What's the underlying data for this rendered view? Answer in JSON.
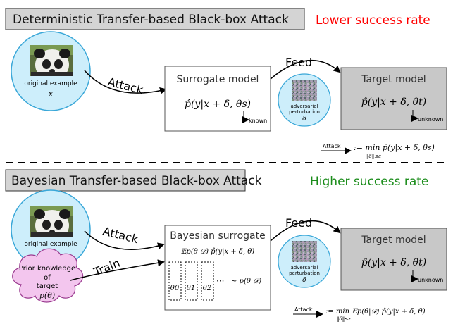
{
  "top": {
    "title": "Deterministic Transfer-based Black-box Attack",
    "rate": "Lower success rate",
    "rate_color": "#ff0000",
    "panda": {
      "line1": "original example",
      "line2": "x"
    },
    "attack_label": "Attack",
    "feed_label": "Feed",
    "surrogate": {
      "title": "Surrogate model",
      "formula": "p̂(y|x + δ, θs)",
      "note": "known"
    },
    "perturbation": {
      "line1": "adversarial",
      "line2": "perturbation",
      "line3": "δ"
    },
    "target": {
      "title": "Target model",
      "formula": "p̂(y|x + δ, θt)",
      "note": "unknown"
    },
    "legend": {
      "arrow_label": "Attack",
      "formula": ":= min p̂(y|x + δ, θs)",
      "sub": "‖δ‖≤ε"
    }
  },
  "bottom": {
    "title": "Bayesian Transfer-based Black-box Attack",
    "rate": "Higher success rate",
    "rate_color": "#1a8c1a",
    "panda": {
      "line1": "original example",
      "line2": "x"
    },
    "attack_label": "Attack",
    "train_label": "Train",
    "feed_label": "Feed",
    "prior": {
      "line1": "Prior knowledge",
      "line2": "of",
      "line3": "target",
      "line4": "p(θ)"
    },
    "surrogate": {
      "title": "Bayesian surrogate",
      "formula": "𝔼p(θ|𝒟) p̂(y|x + δ, θ)",
      "samples": [
        "θ0",
        "θ1",
        "θ2"
      ],
      "dots": "···",
      "dist": "∼ p(θ|𝒟)"
    },
    "perturbation": {
      "line1": "adversarial",
      "line2": "perturbation",
      "line3": "δ"
    },
    "target": {
      "title": "Target model",
      "formula": "p̂(y|x + δ, θt)",
      "note": "unknown"
    },
    "legend": {
      "arrow_label": "Attack",
      "formula": ":= min 𝔼p(θ|𝒟) p̂(y|x + δ, θ)",
      "sub": "‖δ‖≤ε"
    }
  },
  "colors": {
    "title_box": "#d4d4d4",
    "target_box": "#c8c8c8",
    "circle_fill": "#cdeefb",
    "circle_stroke": "#39a7d8",
    "prior_fill": "#f3c6ee",
    "prior_stroke": "#9a3a8f"
  }
}
